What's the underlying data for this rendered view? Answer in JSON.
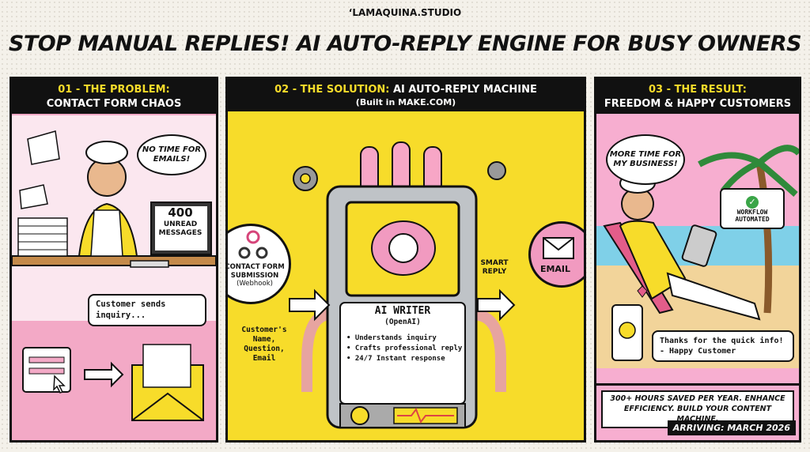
{
  "brand": "‘LAMAQUINA.STUDIO",
  "headline": "STOP MANUAL REPLIES! AI AUTO-REPLY ENGINE FOR BUSY OWNERS",
  "panel_problem": {
    "heading_line1": "01 - THE PROBLEM:",
    "heading_line2": "CONTACT FORM CHAOS",
    "speech": "NO TIME FOR EMAILS!",
    "monitor_count": "400",
    "monitor_text_line1": "UNREAD",
    "monitor_text_line2": "MESSAGES",
    "caption": "Customer sends inquiry..."
  },
  "panel_solution": {
    "heading_prefix": "02 - THE SOLUTION:",
    "heading_main": "AI AUTO-REPLY MACHINE",
    "heading_sub": "(Built in MAKE.COM)",
    "trigger_line1": "CONTACT FORM",
    "trigger_line2": "SUBMISSION",
    "trigger_line3": "(Webhook)",
    "fields_line1": "Customer's",
    "fields_line2": "Name, Question,",
    "fields_line3": "Email",
    "machine_title": "AI WRITER",
    "machine_sub": "(OpenAI)",
    "features": [
      "• Understands inquiry",
      "• Crafts professional reply",
      "• 24/7 Instant response"
    ],
    "output_line1": "SMART",
    "output_line2": "REPLY",
    "email_label": "EMAIL"
  },
  "panel_result": {
    "heading_line1": "03 - THE RESULT:",
    "heading_line2": "FREEDOM & HAPPY CUSTOMERS",
    "speech": "MORE TIME FOR MY BUSINESS!",
    "badge_line1": "WORKFLOW",
    "badge_line2": "AUTOMATED",
    "testimonial_line1": "Thanks for the quick info!",
    "testimonial_line2": "- Happy Customer",
    "promo_line1": "300+ HOURS SAVED PER YEAR. ENHANCE",
    "promo_line2": "EFFICIENCY. BUILD YOUR CONTENT MACHINE.",
    "arriving": "ARRIVING: MARCH 2026"
  },
  "colors": {
    "pink": "#f3a9c6",
    "yellow": "#f7dc2a",
    "black": "#111111"
  },
  "icons": [
    "gear-icon",
    "brain-icon",
    "webhook-icon",
    "envelope-icon",
    "checkmark-icon",
    "heart-icon",
    "cursor-icon"
  ]
}
